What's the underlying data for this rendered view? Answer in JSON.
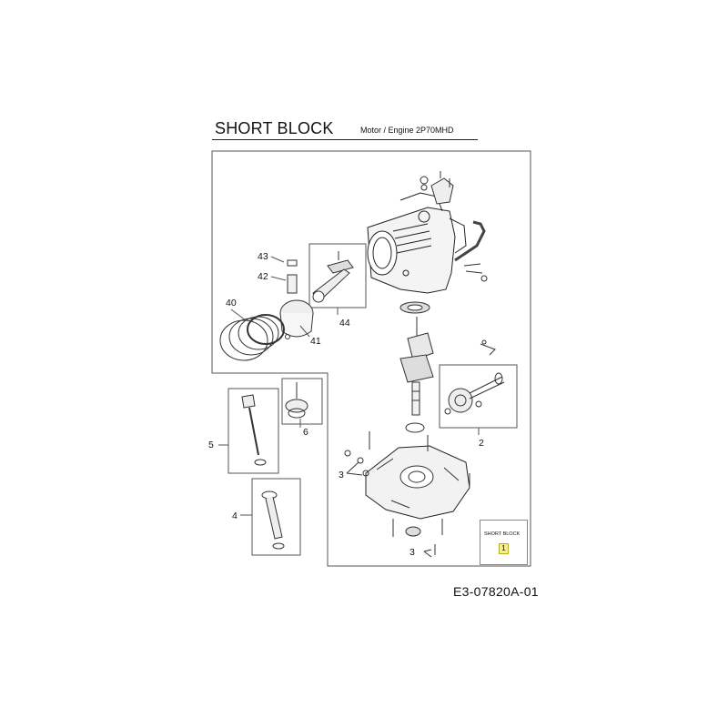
{
  "header": {
    "title": "SHORT BLOCK",
    "subtitle": "Motor / Engine  2P70MHD"
  },
  "callouts": {
    "c43": "43",
    "c42": "42",
    "c40": "40",
    "c41": "41",
    "c44": "44",
    "c5": "5",
    "c6": "6",
    "c2": "2",
    "c3a": "3",
    "c4": "4",
    "c3b": "3"
  },
  "legend": {
    "label": "SHORT BLOCK",
    "page": "1"
  },
  "footer": {
    "document_number": "E3-07820A-01"
  },
  "colors": {
    "line": "#333333",
    "frame": "#555555",
    "legend_highlight": "#f7ef8a"
  }
}
